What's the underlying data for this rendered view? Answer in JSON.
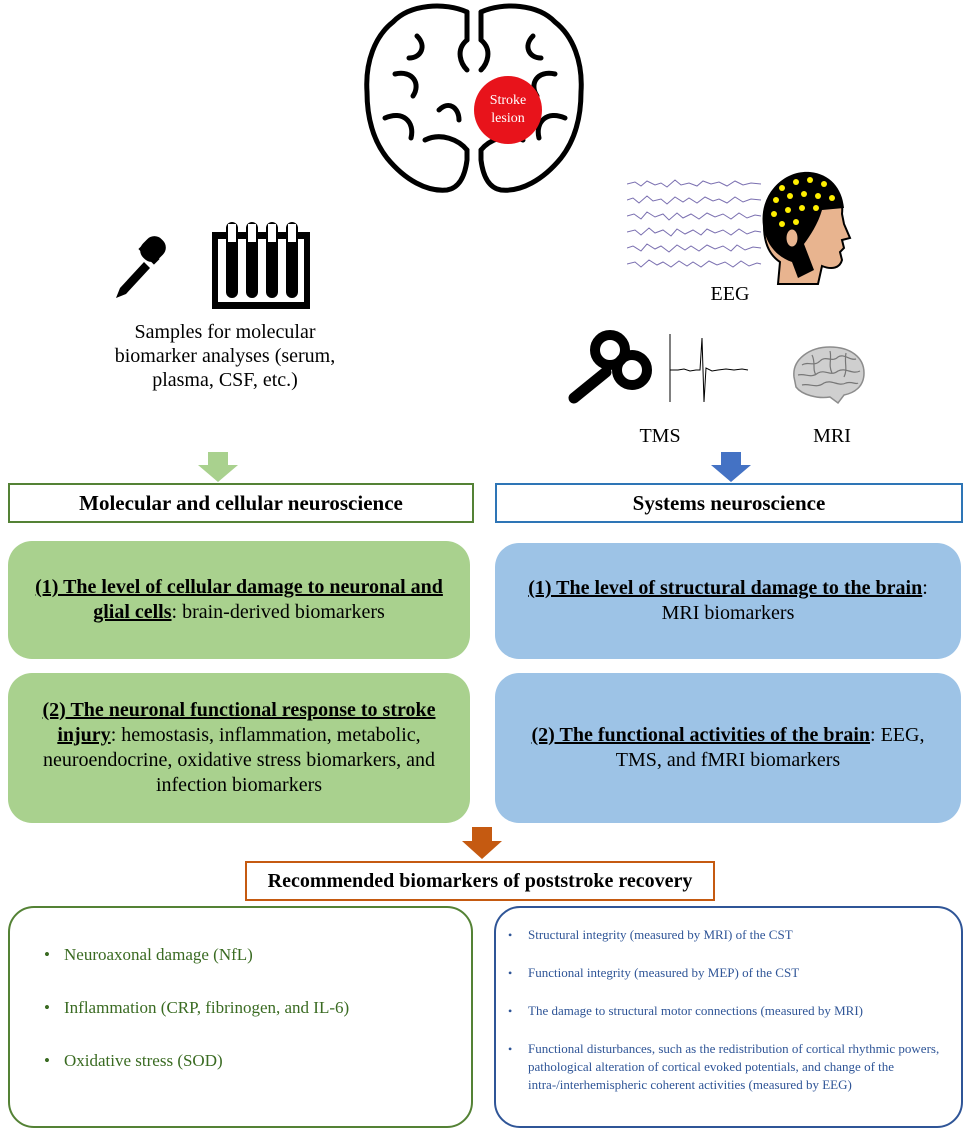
{
  "top": {
    "stroke_lesion_line1": "Stroke",
    "stroke_lesion_line2": "lesion",
    "samples_caption": "Samples for molecular biomarker analyses (serum, plasma, CSF, etc.)",
    "eeg_label": "EEG",
    "tms_label": "TMS",
    "mri_label": "MRI"
  },
  "headers": {
    "left": "Molecular and cellular neuroscience",
    "right": "Systems neuroscience",
    "recommended": "Recommended biomarkers of poststroke recovery"
  },
  "cards": {
    "left1_bold": "(1) The level of cellular damage to neuronal and glial cells",
    "left1_rest": ": brain-derived biomarkers",
    "left2_bold": "(2) The neuronal functional response to stroke injury",
    "left2_rest": ": hemostasis, inflammation, metabolic, neuroendocrine, oxidative stress biomarkers, and infection biomarkers",
    "right1_bold": "(1) The level of structural damage to the brain",
    "right1_rest": ": MRI biomarkers",
    "right2_bold": "(2) The functional activities of the brain",
    "right2_rest": ": EEG, TMS, and fMRI biomarkers"
  },
  "recommended_left": [
    "Neuroaxonal damage (NfL)",
    "Inflammation (CRP, fibrinogen, and IL-6)",
    "Oxidative stress (SOD)"
  ],
  "recommended_right": [
    "Structural integrity (measured by MRI) of the CST",
    "Functional integrity (measured by MEP) of the CST",
    "The damage to structural motor connections (measured by MRI)",
    "Functional disturbances, such as the redistribution of cortical rhythmic powers, pathological alteration of cortical evoked potentials, and change of the intra-/interhemispheric coherent activities (measured by EEG)"
  ],
  "colors": {
    "green_fill": "#a9d18e",
    "blue_fill": "#9dc3e6",
    "green_border": "#548235",
    "blue_border": "#2e75b6",
    "orange": "#c55a11",
    "lesion_red": "#e8131b"
  }
}
